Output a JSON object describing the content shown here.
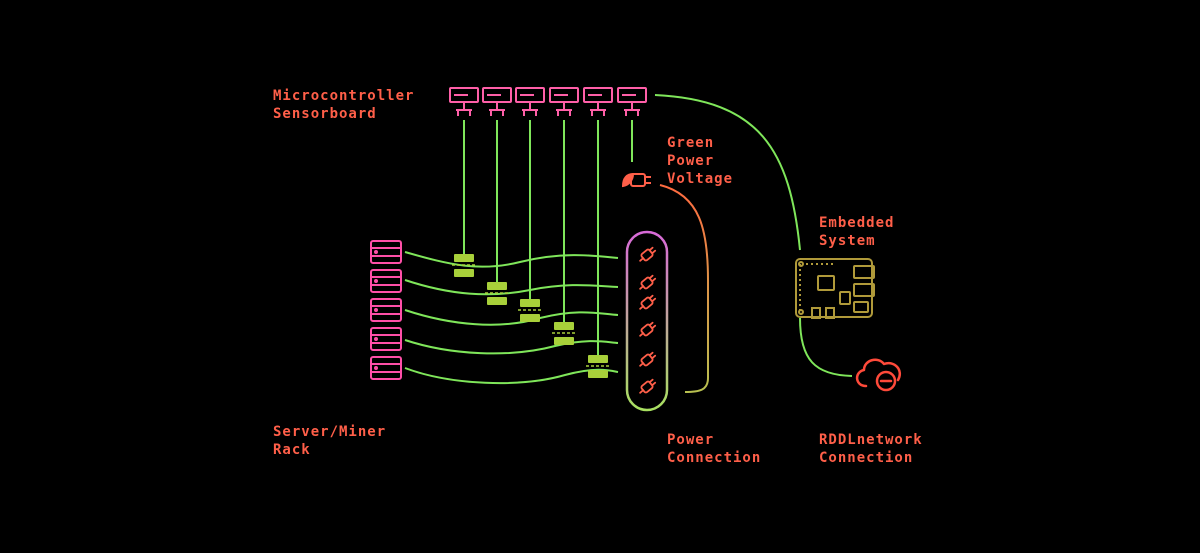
{
  "labels": {
    "microcontroller": [
      "Microcontroller",
      "Sensorboard"
    ],
    "green_power": [
      "Green",
      "Power",
      "Voltage"
    ],
    "embedded": [
      "Embedded",
      "System"
    ],
    "server_rack": [
      "Server/Miner",
      "Rack"
    ],
    "power_connection": [
      "Power",
      "Connection"
    ],
    "rddl_connection": [
      "RDDLnetwork",
      "Connection"
    ]
  },
  "colors": {
    "label": "#ff5f49",
    "wire": "#7fe65a",
    "sensor": "#ff5fa8",
    "server": "#ff4fa8",
    "clamp": "#a8d03a",
    "power_strip": "#e85fd8",
    "embedded_board": "#b09a3a",
    "cloud": "#ff4a3a",
    "power_cable": "#e89050"
  },
  "icons": {
    "sensor": "microcontroller-sensor-icon",
    "server": "server-unit-icon",
    "plug": "plug-socket-icon",
    "green_power": "green-power-plug-icon",
    "board": "embedded-board-icon",
    "cloud": "cloud-network-icon",
    "clamp": "current-clamp-icon"
  }
}
